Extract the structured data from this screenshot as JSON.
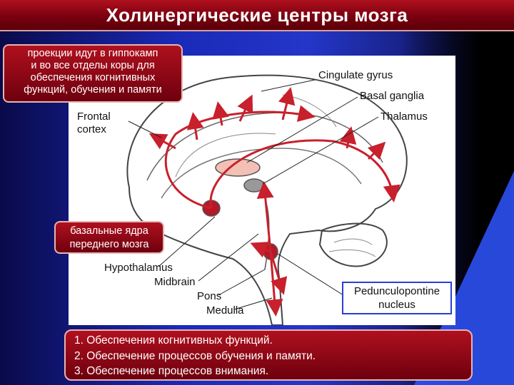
{
  "title": "Холинергические центры мозга",
  "note_top": {
    "lines": [
      "проекции идут в гиппокамп",
      "и во все отделы коры для",
      "обеспечения когнитивных",
      "функций, обучения и  памяти"
    ]
  },
  "note_mid": {
    "lines": [
      "базальные ядра",
      "переднего мозга"
    ]
  },
  "diagram_labels": {
    "cingulate": "Cingulate gyrus",
    "basal": "Basal ganglia",
    "thalamus": "Thalamus",
    "frontal_1": "Frontal",
    "frontal_2": "cortex",
    "hypothalamus": "Hypothalamus",
    "midbrain": "Midbrain",
    "pons": "Pons",
    "medulla": "Medulla",
    "ppn_1": "Pedunculopontine",
    "ppn_2": "nucleus"
  },
  "list": [
    "1. Обеспечения когнитивных функций.",
    "2. Обеспечение процессов обучения и памяти.",
    "3. Обеспечение процессов внимания."
  ],
  "colors": {
    "accent_red": "#b0101e",
    "arrow_red": "#c8202c",
    "nucleus_pink": "#f2c0b4",
    "nucleus_gray": "#999999"
  }
}
